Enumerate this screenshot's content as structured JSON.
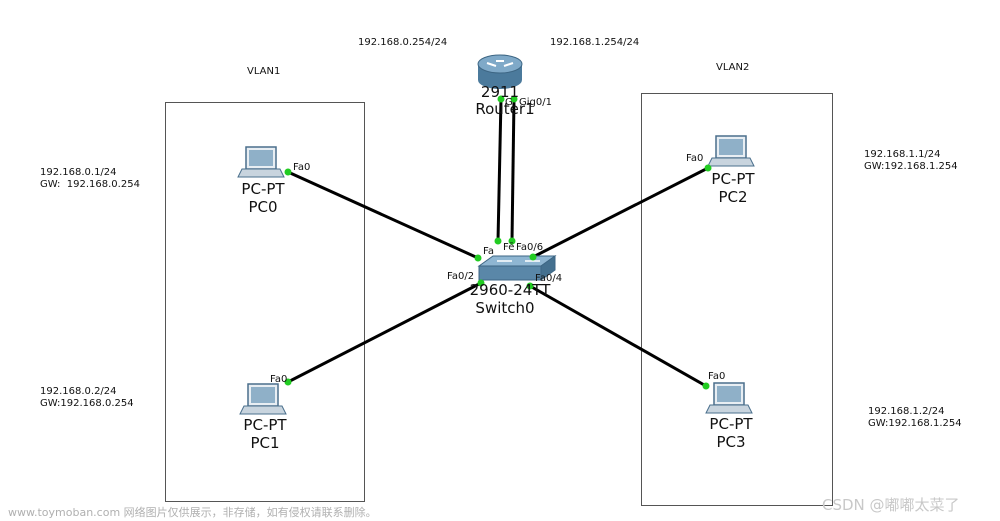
{
  "ips": {
    "router_left": "192.168.0.254/24",
    "router_right": "192.168.1.254/24",
    "pc0": "192.168.0.1/24\nGW:  192.168.0.254",
    "pc1": "192.168.0.2/24\nGW:192.168.0.254",
    "pc2": "192.168.1.1/24\nGW:192.168.1.254",
    "pc3": "192.168.1.2/24\nGW:192.168.1.254"
  },
  "vlans": {
    "vlan1": "VLAN1",
    "vlan2": "VLAN2"
  },
  "router": {
    "model": "2911",
    "name": "Router1",
    "port_g": "G",
    "port_gig": "Gig0/1"
  },
  "switch": {
    "model": "2960-24TT",
    "name": "Switch0",
    "port_fa": "Fa",
    "port_fr": "Fē",
    "port_fa06": "Fa0/6",
    "port_fa02": "Fa0/2",
    "port_fa04": "Fa0/4"
  },
  "pcs": [
    {
      "type": "PC-PT",
      "name": "PC0",
      "port": "Fa0"
    },
    {
      "type": "PC-PT",
      "name": "PC1",
      "port": "Fa0"
    },
    {
      "type": "PC-PT",
      "name": "PC2",
      "port": "Fa0"
    },
    {
      "type": "PC-PT",
      "name": "PC3",
      "port": "Fa0"
    }
  ],
  "watermark": {
    "left": "www.toymoban.com 网络图片仅供展示，非存储，如有侵权请联系删除。",
    "right": "CSDN @嘟嘟太菜了"
  },
  "colors": {
    "link": "#000000",
    "port_dot": "#22cc22",
    "device": "#5a87a8",
    "box": "#555555"
  }
}
